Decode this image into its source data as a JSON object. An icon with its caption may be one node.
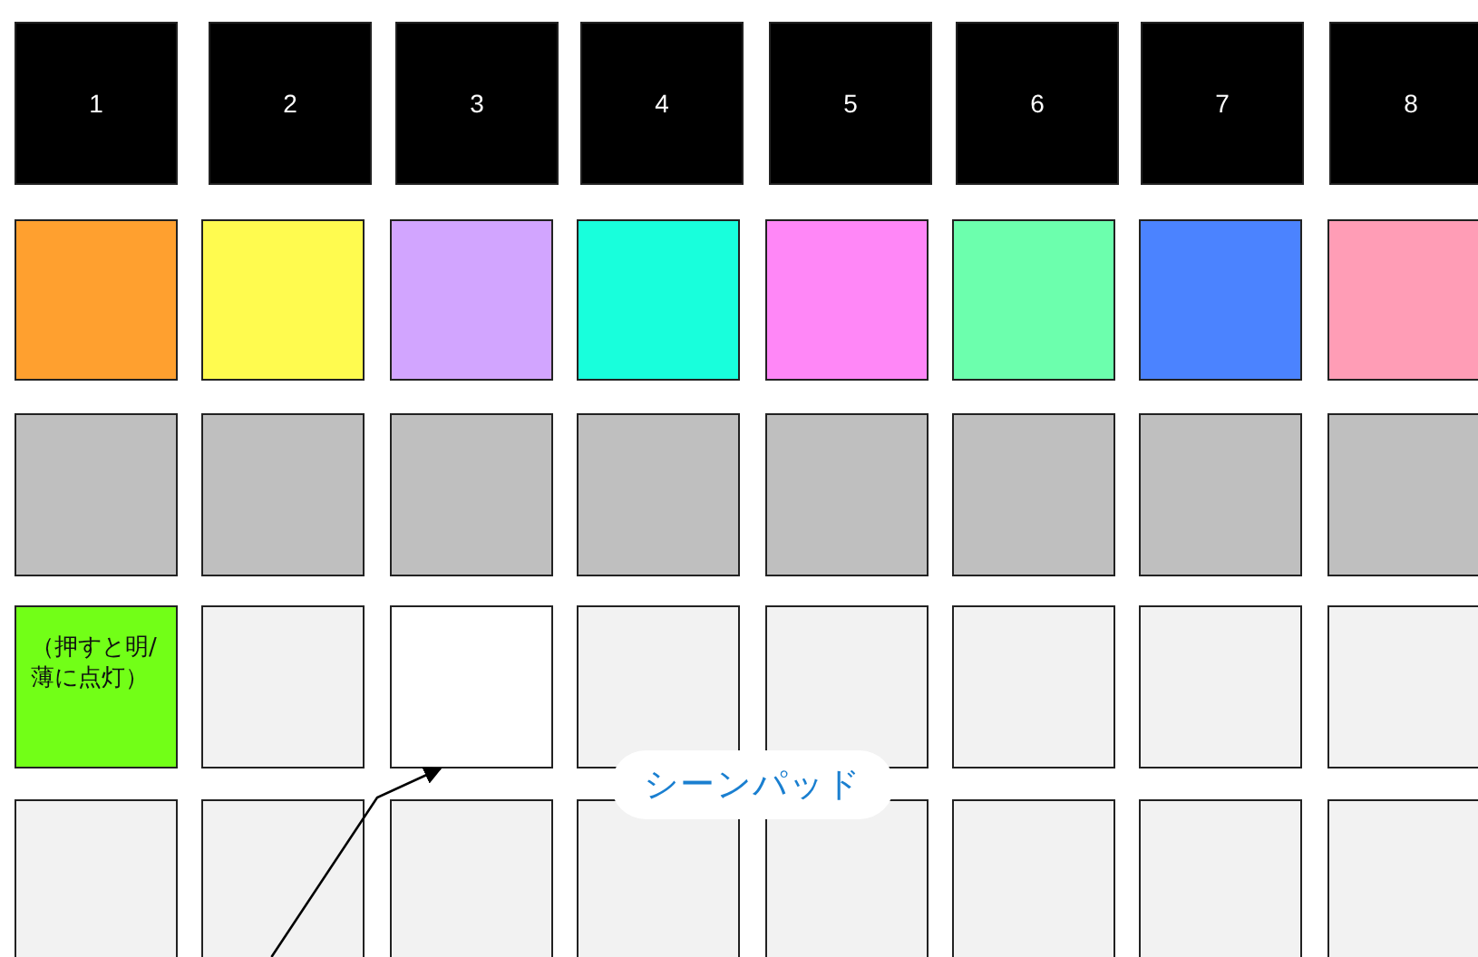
{
  "diagram": {
    "nodes": [
      {
        "text": [
          "1"
        ]
      },
      {
        "text": [
          "2"
        ]
      },
      {
        "text": [
          "3"
        ]
      },
      {
        "text": [
          "4"
        ]
      },
      {
        "text": [
          "5"
        ]
      },
      {
        "text": [
          "6"
        ]
      },
      {
        "text": [
          "7"
        ]
      },
      {
        "text": [
          "8"
        ]
      },
      {
        "text": [],
        "shape": "box"
      },
      {
        "text": [],
        "shape": "box"
      },
      {
        "text": [],
        "shape": "box"
      },
      {
        "text": [],
        "shape": "box"
      },
      {
        "text": [],
        "shape": "box"
      },
      {
        "text": [],
        "shape": "box"
      },
      {
        "text": [],
        "shape": "box"
      },
      {
        "text": [],
        "shape": "box"
      },
      {
        "text": [],
        "shape": "box"
      },
      {
        "text": [],
        "shape": "box"
      },
      {
        "text": [],
        "shape": "box"
      },
      {
        "text": [],
        "shape": "box"
      },
      {
        "text": [],
        "shape": "box"
      },
      {
        "text": [],
        "shape": "box"
      },
      {
        "text": [],
        "shape": "box"
      },
      {
        "text": [],
        "shape": "box"
      },
      {
        "text": [
          "（押すと明/薄に点灯）"
        ]
      },
      {
        "text": [],
        "shape": "box"
      },
      {
        "text": [],
        "shape": "box"
      },
      {
        "text": [],
        "shape": "box"
      },
      {
        "text": [],
        "shape": "box"
      },
      {
        "text": [],
        "shape": "box"
      },
      {
        "text": [],
        "shape": "box"
      },
      {
        "text": [],
        "shape": "box"
      },
      {
        "text": [],
        "shape": "box"
      },
      {
        "text": [],
        "shape": "box"
      },
      {
        "text": [],
        "shape": "box"
      },
      {
        "text": [],
        "shape": "box"
      },
      {
        "text": [],
        "shape": "box"
      },
      {
        "text": [],
        "shape": "box"
      },
      {
        "text": [],
        "shape": "box"
      },
      {
        "text": [],
        "shape": "box"
      }
    ],
    "edges": [
      {
        "from": 33,
        "to": 26,
        "arrow": "to"
      }
    ],
    "labels": [
      "シーンパッド"
    ]
  }
}
